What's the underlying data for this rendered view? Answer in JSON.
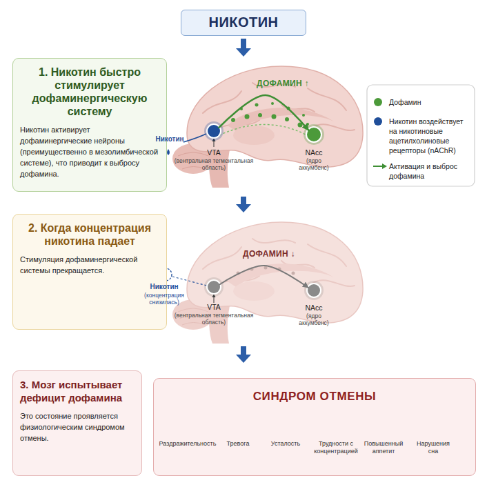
{
  "diagram": {
    "title": "НИКОТИН",
    "nodes": [
      {
        "text": [
          "1. Никотин быстро стимулирует дофаминергическую систему",
          "Никотин активирует дофаминергические нейроны (преимущественно в мезолимбической системе), что приводит к выбросу дофамина."
        ]
      },
      {
        "text": [
          "VTA",
          "(вентральная тегментальная область)"
        ]
      },
      {
        "text": [
          "NAcc",
          "(ядро аккумбенс)"
        ]
      },
      {
        "text": [
          "2. Когда концентрация никотина падает",
          "Стимуляция дофаминергической системы прекращается."
        ]
      },
      {
        "text": [
          "VTA",
          "(вентральная тегментальная область)"
        ]
      },
      {
        "text": [
          "NAcc",
          "(ядро аккумбенс)"
        ]
      },
      {
        "text": [
          "3. Мозг испытывает дефицит дофамина",
          "Это состояние проявляется физиологическим синдромом отмены."
        ]
      },
      {
        "text": [
          "СИНДРОМ ОТМЕНЫ"
        ]
      }
    ],
    "edges": [
      {
        "from": 1,
        "to": 2,
        "arrow": "to",
        "label": "ДОФАМИН ↑"
      },
      {
        "from": 4,
        "to": 5,
        "arrow": "to",
        "label": "ДОФАМИН ↓"
      }
    ],
    "labels": [
      "Никотин",
      "Никотин",
      "(концентрация снизилась)",
      "Раздражительность",
      "Тревога",
      "Усталость",
      "Трудности с концентрацией",
      "Повышенный аппетит",
      "Нарушения сна"
    ],
    "legend": [
      {
        "text": "Дофамин",
        "color": "#4c9a3a"
      },
      {
        "text": "Никотин воздействует на никотиновые ацетилхолиновые рецепторы (nAChR)",
        "color": "#1f4e99"
      },
      {
        "text": "Активация и выброс дофамина"
      }
    ]
  }
}
